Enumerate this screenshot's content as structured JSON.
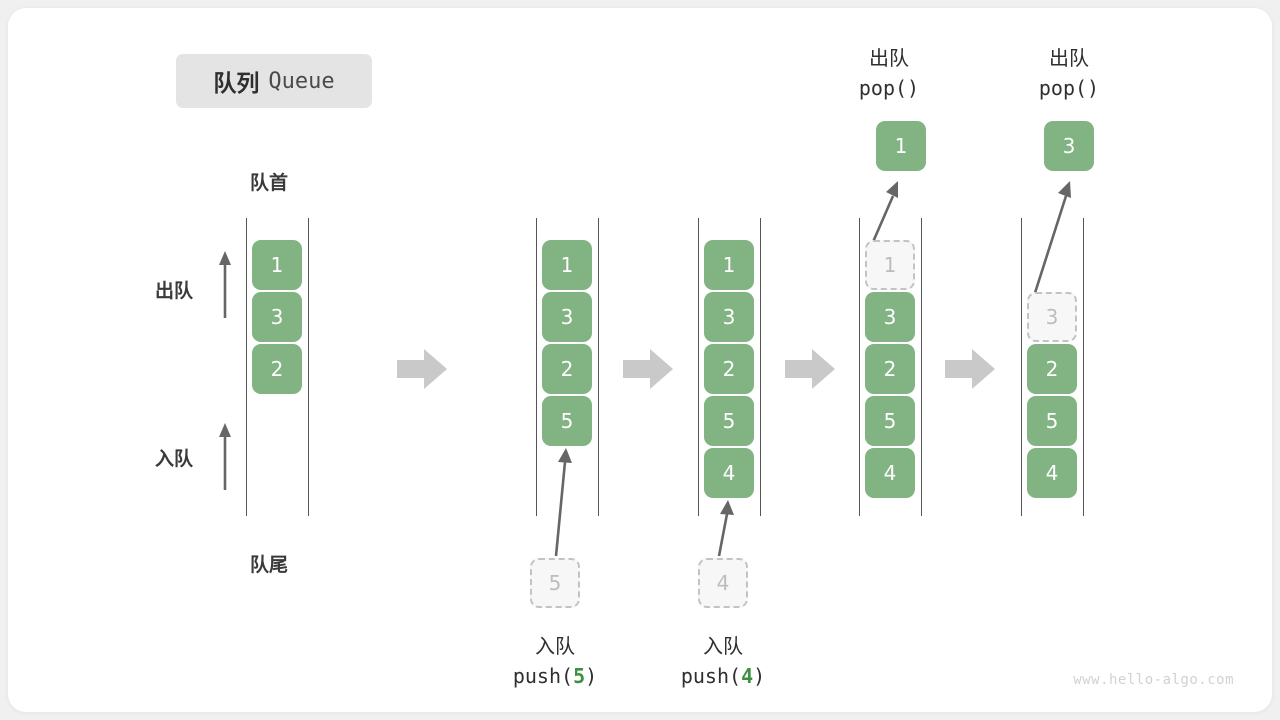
{
  "title": {
    "cn": "队列",
    "en": "Queue"
  },
  "labels": {
    "front": "队首",
    "rear": "队尾",
    "dequeue": "出队",
    "enqueue": "入队"
  },
  "watermark": "www.hello-algo.com",
  "colors": {
    "cell_fill": "#81b383",
    "cell_text": "#ffffff",
    "ghost_fill": "#f7f7f7",
    "ghost_border": "#c3c3c3",
    "ghost_text": "#bdbdbd",
    "rail": "#555555",
    "arrow": "#666666",
    "block_arrow": "#c9c9c9",
    "chip_bg": "#e4e4e4",
    "highlight": "#3f9142",
    "page_bg": "#f0f0f0",
    "card_bg": "#ffffff"
  },
  "stages": [
    {
      "id": "initial",
      "cells": [
        "1",
        "3",
        "2"
      ],
      "ghost_index": -1,
      "caption_cn": "",
      "caption_code": ""
    },
    {
      "id": "push-5",
      "cells": [
        "1",
        "3",
        "2",
        "5"
      ],
      "ghost_index": -1,
      "incoming_value": "5",
      "caption_cn": "入队",
      "caption_code": "push(5)",
      "caption_code_prefix": "push(",
      "caption_code_arg": "5",
      "caption_code_suffix": ")"
    },
    {
      "id": "push-4",
      "cells": [
        "1",
        "3",
        "2",
        "5",
        "4"
      ],
      "ghost_index": -1,
      "incoming_value": "4",
      "caption_cn": "入队",
      "caption_code": "push(4)",
      "caption_code_prefix": "push(",
      "caption_code_arg": "4",
      "caption_code_suffix": ")"
    },
    {
      "id": "pop-1",
      "cells": [
        "1",
        "3",
        "2",
        "5",
        "4"
      ],
      "ghost_index": 0,
      "popped_value": "1",
      "caption_cn": "出队",
      "caption_code": "pop()"
    },
    {
      "id": "pop-3",
      "cells": [
        "",
        "3",
        "2",
        "5",
        "4"
      ],
      "ghost_index": 1,
      "popped_value": "3",
      "caption_cn": "出队",
      "caption_code": "pop()"
    }
  ]
}
